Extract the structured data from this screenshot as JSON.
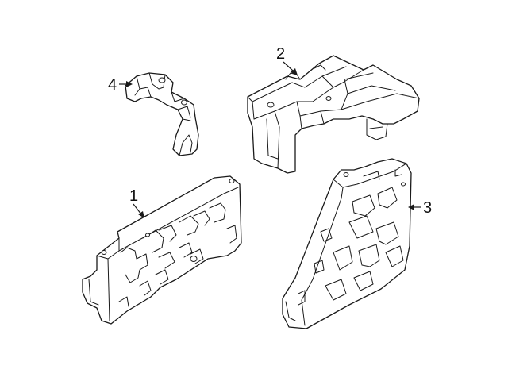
{
  "diagram": {
    "callouts": [
      {
        "id": "part-1",
        "label": "1"
      },
      {
        "id": "part-2",
        "label": "2"
      },
      {
        "id": "part-3",
        "label": "3"
      },
      {
        "id": "part-4",
        "label": "4"
      }
    ],
    "colors": {
      "line": "#1a1a1a",
      "background": "#ffffff"
    }
  }
}
